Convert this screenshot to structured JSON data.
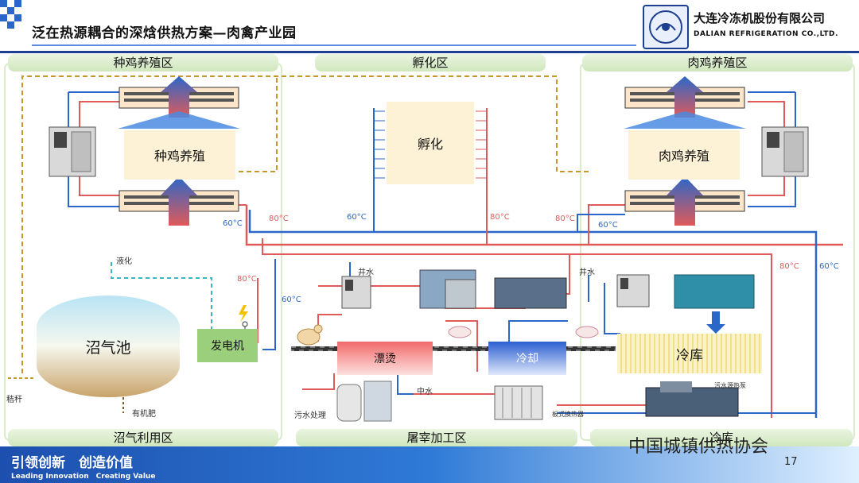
{
  "header": {
    "title": "泛在热源耦合的深焓供热方案—肉禽产业园",
    "company_cn": "大连冷冻机股份有限公司",
    "company_en": "DALIAN REFRIGERATION CO.,LTD."
  },
  "zones": {
    "breeder": "种鸡养殖区",
    "hatch": "孵化区",
    "broiler": "肉鸡养殖区",
    "biogas_use": "沼气利用区",
    "slaughter": "屠宰加工区",
    "cold": "冷库"
  },
  "boxes": {
    "breeder": "种鸡养殖",
    "hatch": "孵化",
    "broiler": "肉鸡养殖",
    "biogas_tank": "沼气池",
    "generator": "发电机",
    "scald": "漂烫",
    "cool": "冷却",
    "cold_store": "冷库"
  },
  "labels": {
    "liquefy": "液化",
    "straw": "秸秆",
    "fertilizer": "有机肥",
    "well_water_1": "井水",
    "well_water_2": "井水",
    "reclaimed_water": "中水",
    "sewage": "污水处理",
    "plate_hx": "板式换热器",
    "sewage_hp": "污水源热泵"
  },
  "temps": {
    "t60_a": "60°C",
    "t80_a": "80°C",
    "t60_b": "60°C",
    "t80_b": "80°C",
    "t80_c": "80°C",
    "t60_c": "60°C",
    "t80_d": "80°C",
    "t60_d": "60°C",
    "t80_e": "80°C",
    "t60_e": "60°C"
  },
  "footer": {
    "slogan_cn": "引领创新　创造价值",
    "slogan_en": "Leading Innovation　Creating Value",
    "page": "17",
    "wechat": "中国城镇供热协会"
  },
  "colors": {
    "hot": "#e05a5a",
    "cold": "#2a67c9",
    "biogas": "#3bb6c9",
    "box_fill": "#fdf1d6",
    "zone_green": "#d9ecc9"
  }
}
